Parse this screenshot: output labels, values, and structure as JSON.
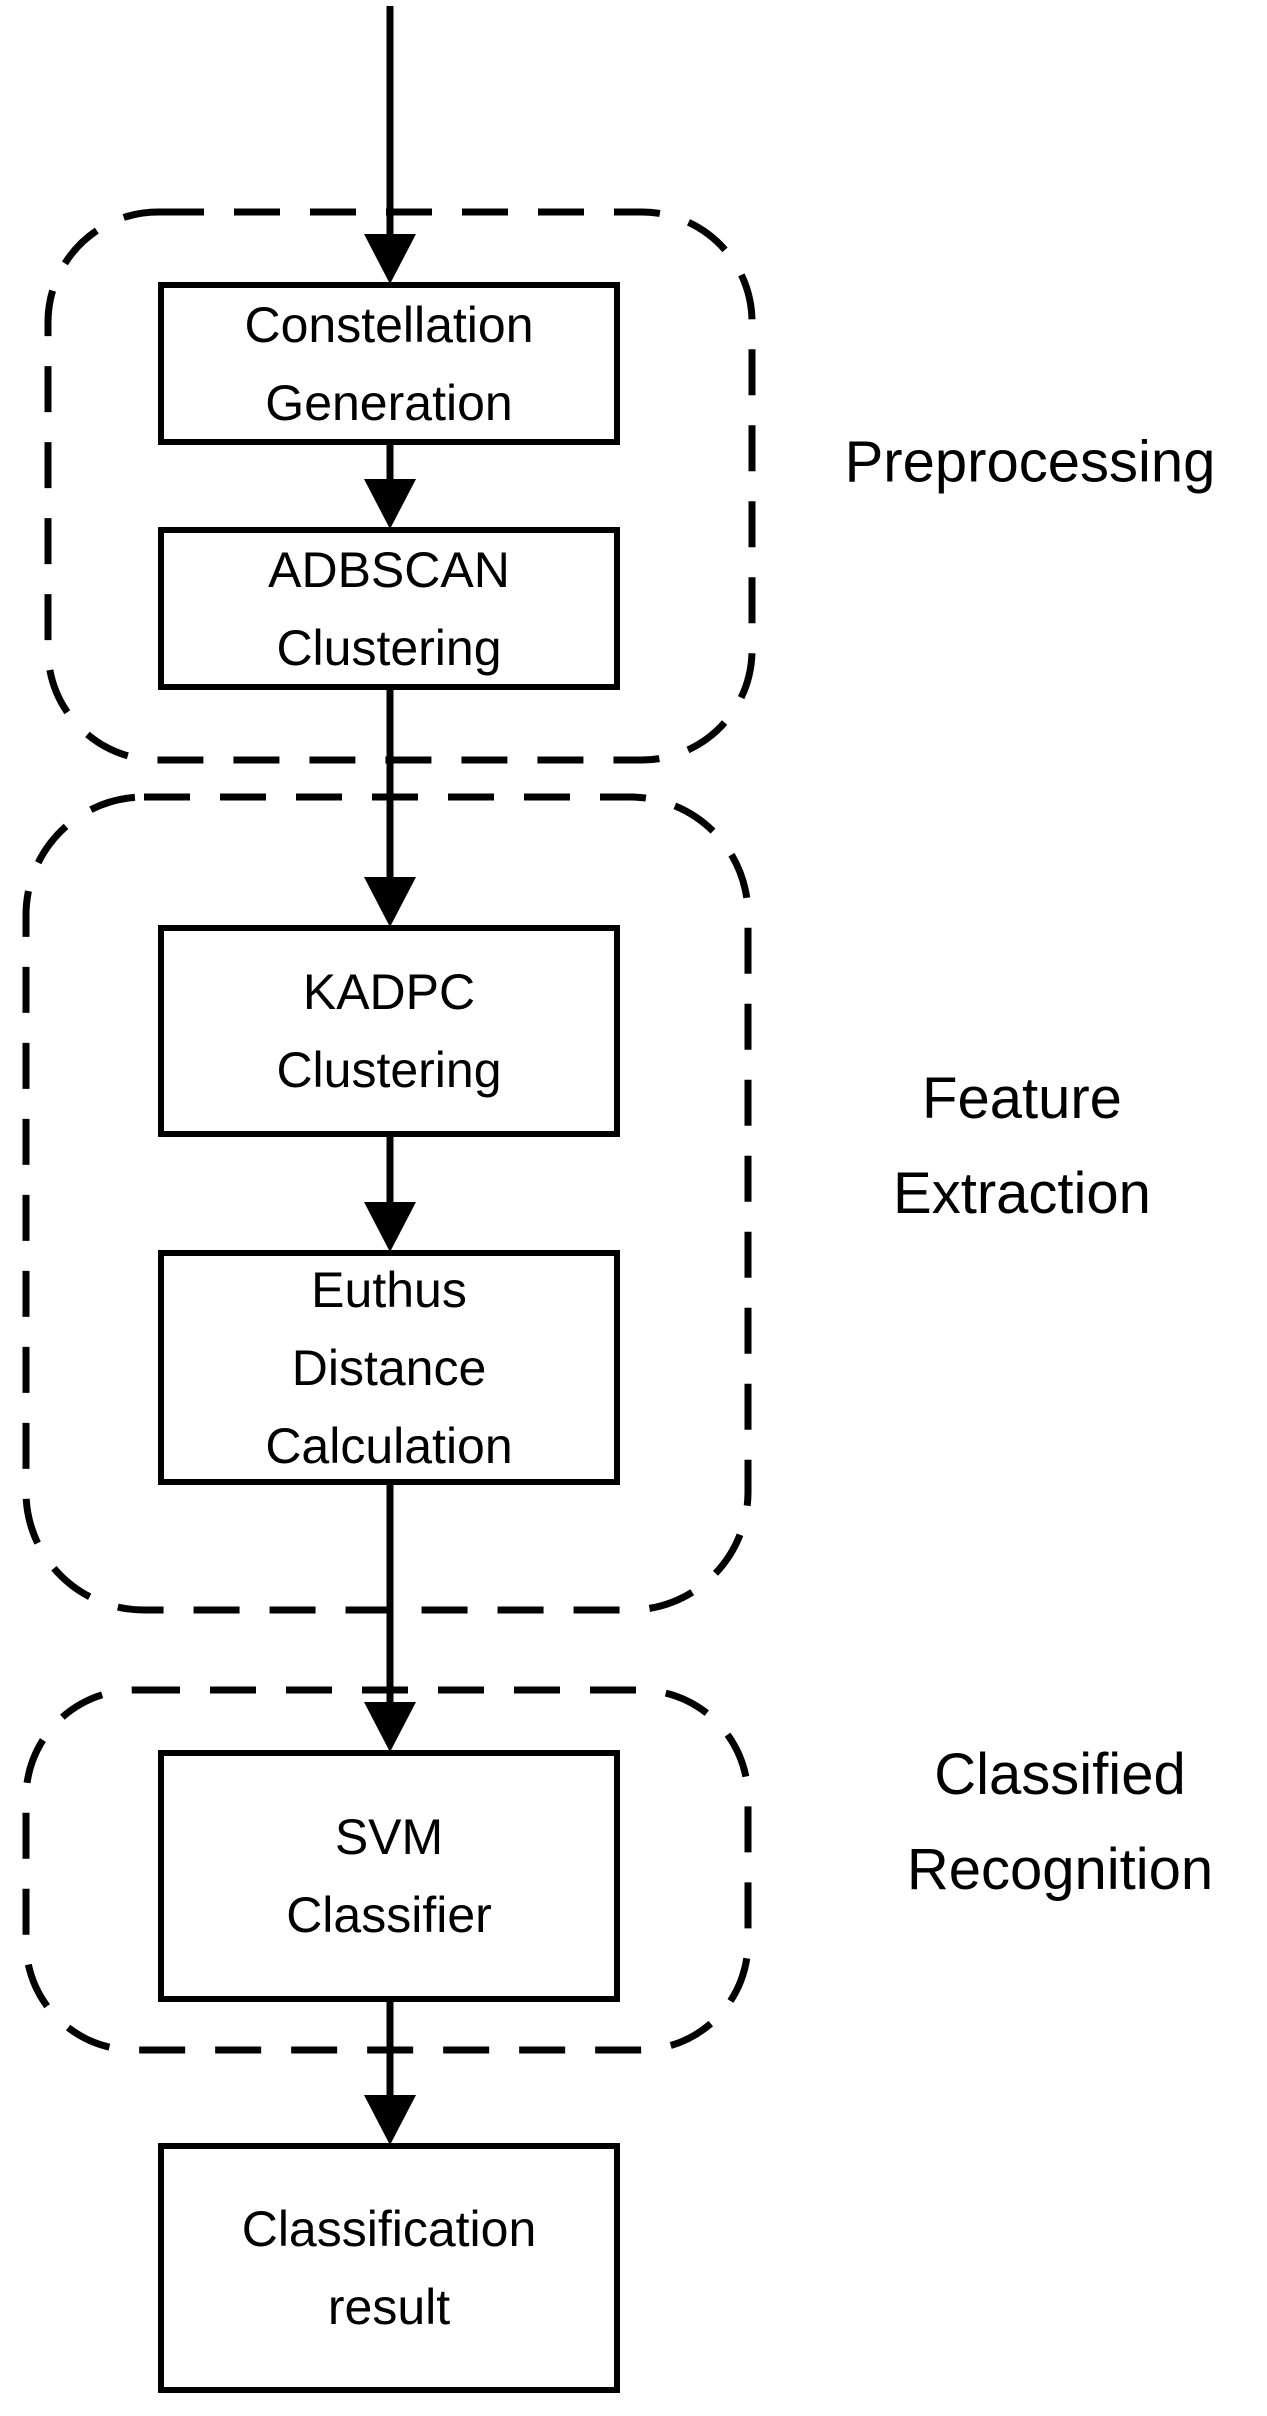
{
  "figure": {
    "colors": {
      "ink": "#000000",
      "background": "#ffffff"
    }
  },
  "groups": [
    {
      "lines": [
        "Preprocessing"
      ]
    },
    {
      "lines": [
        "Feature",
        "Extraction"
      ]
    },
    {
      "lines": [
        "Classified",
        "Recognition"
      ]
    }
  ],
  "nodes": [
    {
      "lines": [
        "Constellation",
        "Generation"
      ]
    },
    {
      "lines": [
        "ADBSCAN",
        "Clustering"
      ]
    },
    {
      "lines": [
        "KADPC",
        "Clustering"
      ]
    },
    {
      "lines": [
        "Euthus",
        "Distance",
        "Calculation"
      ]
    },
    {
      "lines": [
        "SVM",
        "Classifier"
      ]
    },
    {
      "lines": [
        "Classification",
        "result"
      ]
    }
  ]
}
